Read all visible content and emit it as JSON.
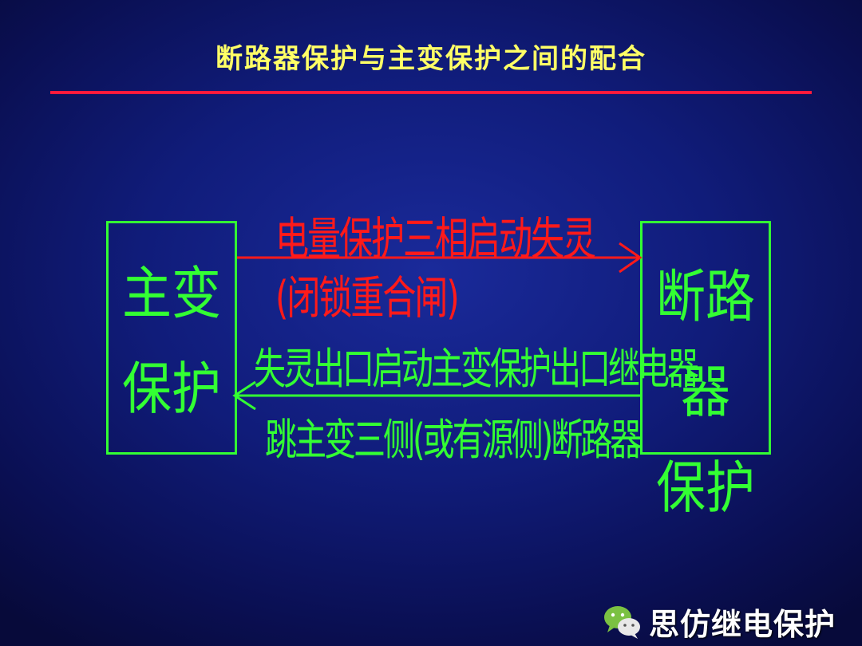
{
  "title": "断路器保护与主变保护之间的配合",
  "left_box": {
    "line1": "主变",
    "line2": "保护"
  },
  "right_box": {
    "line1": "断路器",
    "line2": "保护"
  },
  "arrow_right": {
    "label_line1": "电量保护三相启动失灵",
    "label_line2": "(闭锁重合闸)"
  },
  "arrow_left": {
    "label_line1": "失灵出口启动主变保护出口继电器",
    "label_line2": "跳主变三侧(或有源侧)断路器"
  },
  "watermark": {
    "icon": "wechat-icon",
    "text": "思仿继电保护"
  },
  "colors": {
    "title": "#ffff66",
    "rule": "#ff1a3c",
    "boxes": "#33ff33",
    "red_arrow": "#ff1a1a",
    "green_arrow": "#33ff33"
  }
}
